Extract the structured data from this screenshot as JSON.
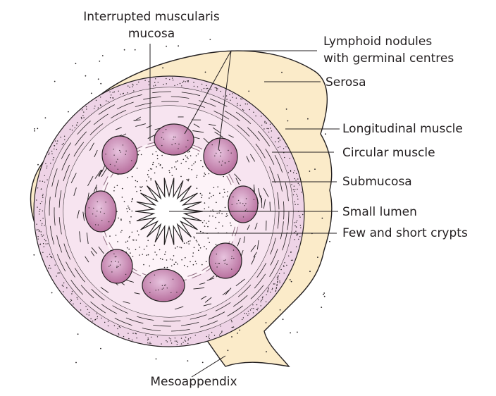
{
  "labels": {
    "interrupted_line1": "Interrupted muscularis",
    "interrupted_line2": "mucosa",
    "lymphoid_line1": "Lymphoid nodules",
    "lymphoid_line2": "with germinal centres",
    "serosa": "Serosa",
    "longitudinal_muscle": "Longitudinal muscle",
    "circular_muscle": "Circular muscle",
    "submucosa": "Submucosa",
    "small_lumen": "Small lumen",
    "crypts": "Few and short crypts",
    "mesoappendix": "Mesoappendix"
  },
  "colors": {
    "serosa": "#fbebc9",
    "longitudinal_muscle": "#eed3e6",
    "circular_muscle": "#f3dcea",
    "submucosa": "#f7e4f0",
    "mucosa": "#fdf3f8",
    "nodule": "#c27cb0",
    "nodule_center": "#d9a7cd",
    "outline": "#231f20"
  }
}
